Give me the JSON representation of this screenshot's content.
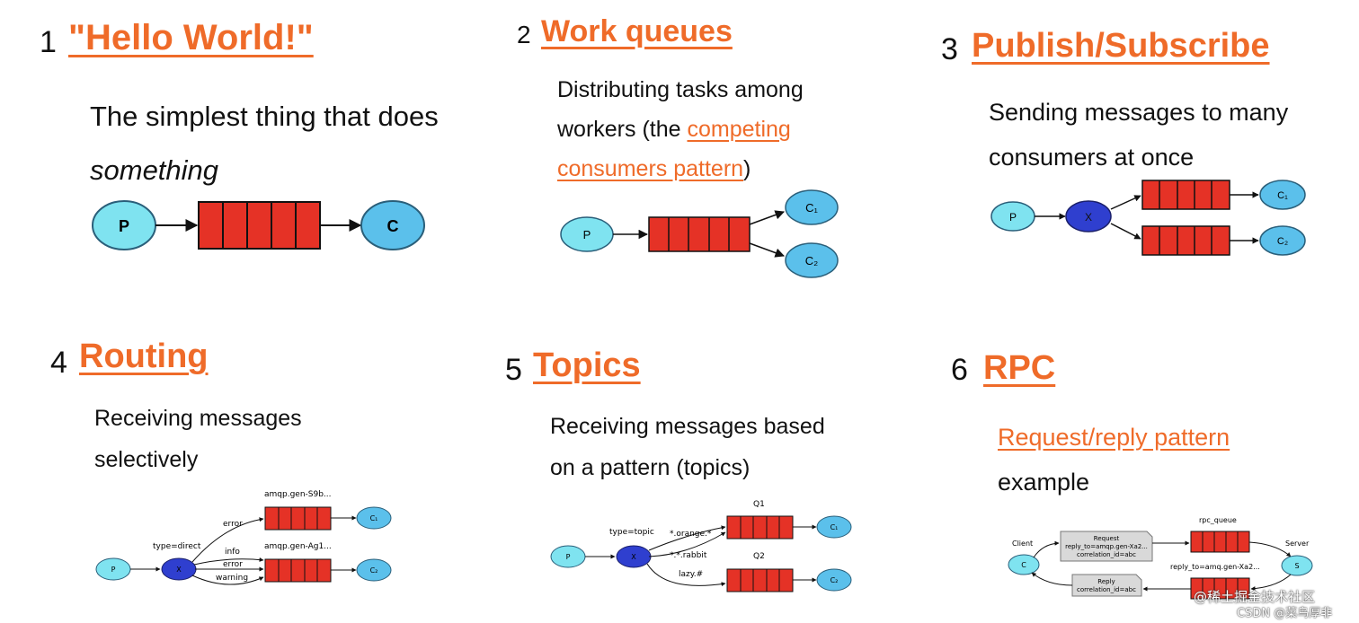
{
  "tutorials": [
    {
      "number": "1",
      "title": "\"Hello World!\"",
      "desc_line1": "The simplest thing that does",
      "desc_line2": "something",
      "diagram": {
        "producer": "P",
        "consumer": "C"
      }
    },
    {
      "number": "2",
      "title": "Work queues",
      "desc_line1": "Distributing tasks among",
      "desc_line2_pre": "workers (the ",
      "desc_link_a": "competing",
      "desc_link_b": "consumers pattern",
      "desc_line3_post": ")",
      "diagram": {
        "producer": "P",
        "consumers": [
          "C₁",
          "C₂"
        ]
      }
    },
    {
      "number": "3",
      "title": "Publish/Subscribe",
      "desc_line1": "Sending messages to many",
      "desc_line2": "consumers at once",
      "diagram": {
        "producer": "P",
        "exchange": "X",
        "consumers": [
          "C₁",
          "C₂"
        ]
      }
    },
    {
      "number": "4",
      "title": "Routing",
      "desc_line1": "Receiving messages",
      "desc_line2": "selectively",
      "diagram": {
        "producer": "P",
        "exchange": "X",
        "exchange_type": "type=direct",
        "queue1": "amqp.gen-S9b...",
        "queue2": "amqp.gen-Ag1...",
        "keys": [
          "error",
          "info",
          "error",
          "warning"
        ],
        "consumers": [
          "C₁",
          "C₂"
        ]
      }
    },
    {
      "number": "5",
      "title": "Topics",
      "desc_line1": "Receiving messages based",
      "desc_line2": "on a pattern (topics)",
      "diagram": {
        "producer": "P",
        "exchange": "X",
        "exchange_type": "type=topic",
        "queue1": "Q1",
        "queue2": "Q2",
        "keys": [
          "*.orange.*",
          "*.*.rabbit",
          "lazy.#"
        ],
        "consumers": [
          "C₁",
          "C₂"
        ]
      }
    },
    {
      "number": "6",
      "title": "RPC",
      "desc_link": "Request/reply pattern",
      "desc_line2": "example",
      "diagram": {
        "client": "Client",
        "client_node": "C",
        "server": "Server",
        "server_node": "S",
        "queue": "rpc_queue",
        "request_l1": "Request",
        "request_l2": "reply_to=amqp.gen-Xa2...",
        "request_l3": "correlation_id=abc",
        "reply_l1": "Reply",
        "reply_l2": "correlation_id=abc",
        "reply_to": "reply_to=amq.gen-Xa2..."
      }
    }
  ],
  "watermark": {
    "line1": "@稀土掘金技术社区",
    "line2": "CSDN @菜鸟厚非"
  },
  "colors": {
    "accent": "#ef6b29",
    "queue": "#e53226",
    "node_light": "#7fe3f0",
    "node_blue": "#5bc0eb",
    "exchange": "#2f3fcf"
  }
}
